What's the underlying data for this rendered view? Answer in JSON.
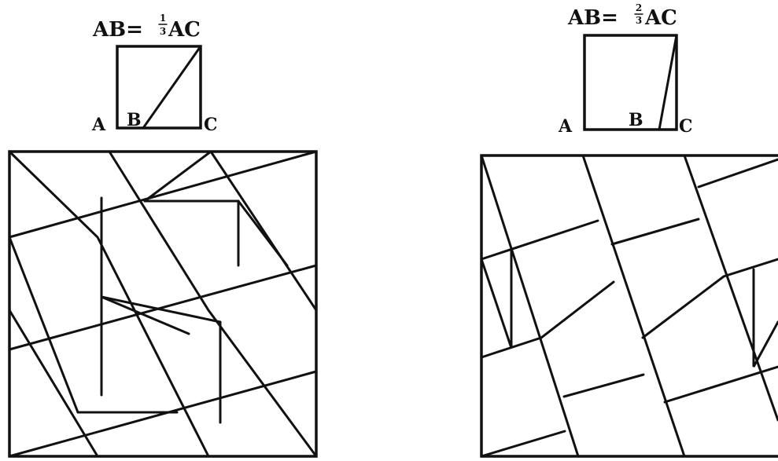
{
  "left": {
    "title": {
      "lhs": "AB=",
      "num": "1",
      "den": "3",
      "rhs": "AC"
    },
    "points": {
      "a": "A",
      "b": "B",
      "c": "C"
    }
  },
  "right": {
    "title": {
      "lhs": "AB=",
      "num": "2",
      "den": "3",
      "rhs": "AC"
    },
    "points": {
      "a": "A",
      "b": "B",
      "c": "C"
    }
  },
  "colors": {
    "ink": "#111111",
    "paper": "#ffffff"
  }
}
